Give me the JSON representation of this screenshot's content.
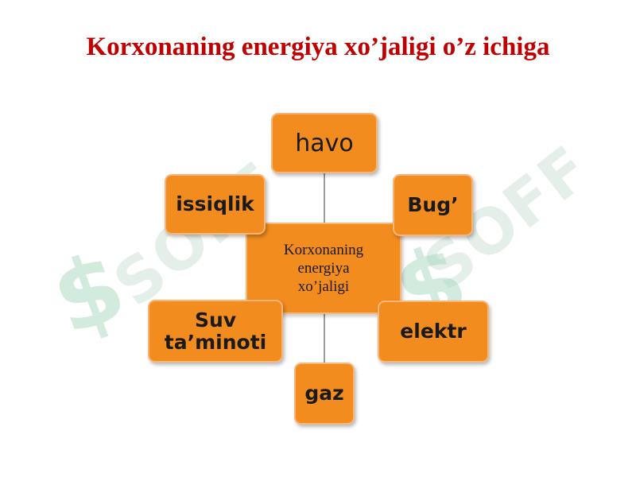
{
  "title": "Korxonaning energiya xo’jaligi o’z ichiga",
  "center": {
    "lines": [
      "Korxonaning",
      "energiya",
      "xo’jaligi"
    ]
  },
  "nodes": {
    "havo": "havo",
    "bug": "Bug’",
    "issiqlik": "issiqlik",
    "suv": [
      "Suv",
      "ta’minoti"
    ],
    "elektr": "elektr",
    "gaz": "gaz"
  },
  "colors": {
    "title": "#c00000",
    "node_fill": "#f28c1e",
    "node_border": "#f6b679",
    "connector": "#9a9a9a"
  },
  "watermark": "SOFF"
}
